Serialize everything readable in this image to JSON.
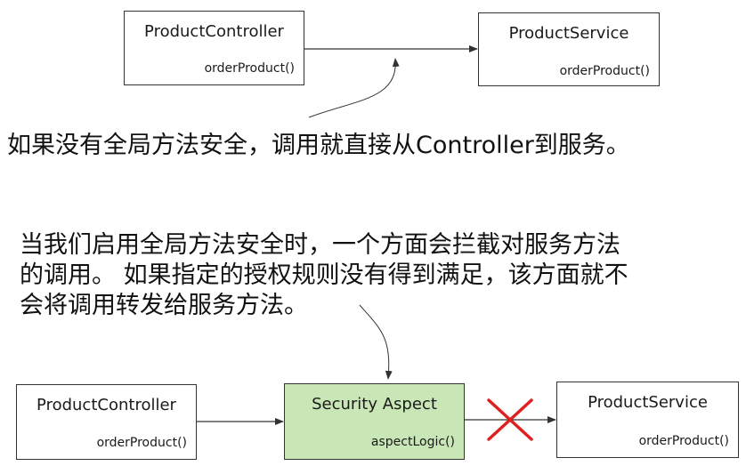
{
  "top_diagram": {
    "controller": {
      "title": "ProductController",
      "method": "orderProduct()"
    },
    "service": {
      "title": "ProductService",
      "method": "orderProduct()"
    },
    "caption": "如果没有全局方法安全，调用就直接从Controller到服务。"
  },
  "bottom_diagram": {
    "caption_lines": [
      "当我们启用全局方法安全时，一个方面会拦截对服务方法",
      "的调用。 如果指定的授权规则没有得到满足，该方面就不",
      "会将调用转发给服务方法。"
    ],
    "controller": {
      "title": "ProductController",
      "method": "orderProduct()"
    },
    "aspect": {
      "title": "Security Aspect",
      "method": "aspectLogic()"
    },
    "service": {
      "title": "ProductService",
      "method": "orderProduct()"
    }
  },
  "colors": {
    "aspect_fill": "#c9e6b6",
    "block_cross": "#e02020",
    "line": "#333333"
  }
}
